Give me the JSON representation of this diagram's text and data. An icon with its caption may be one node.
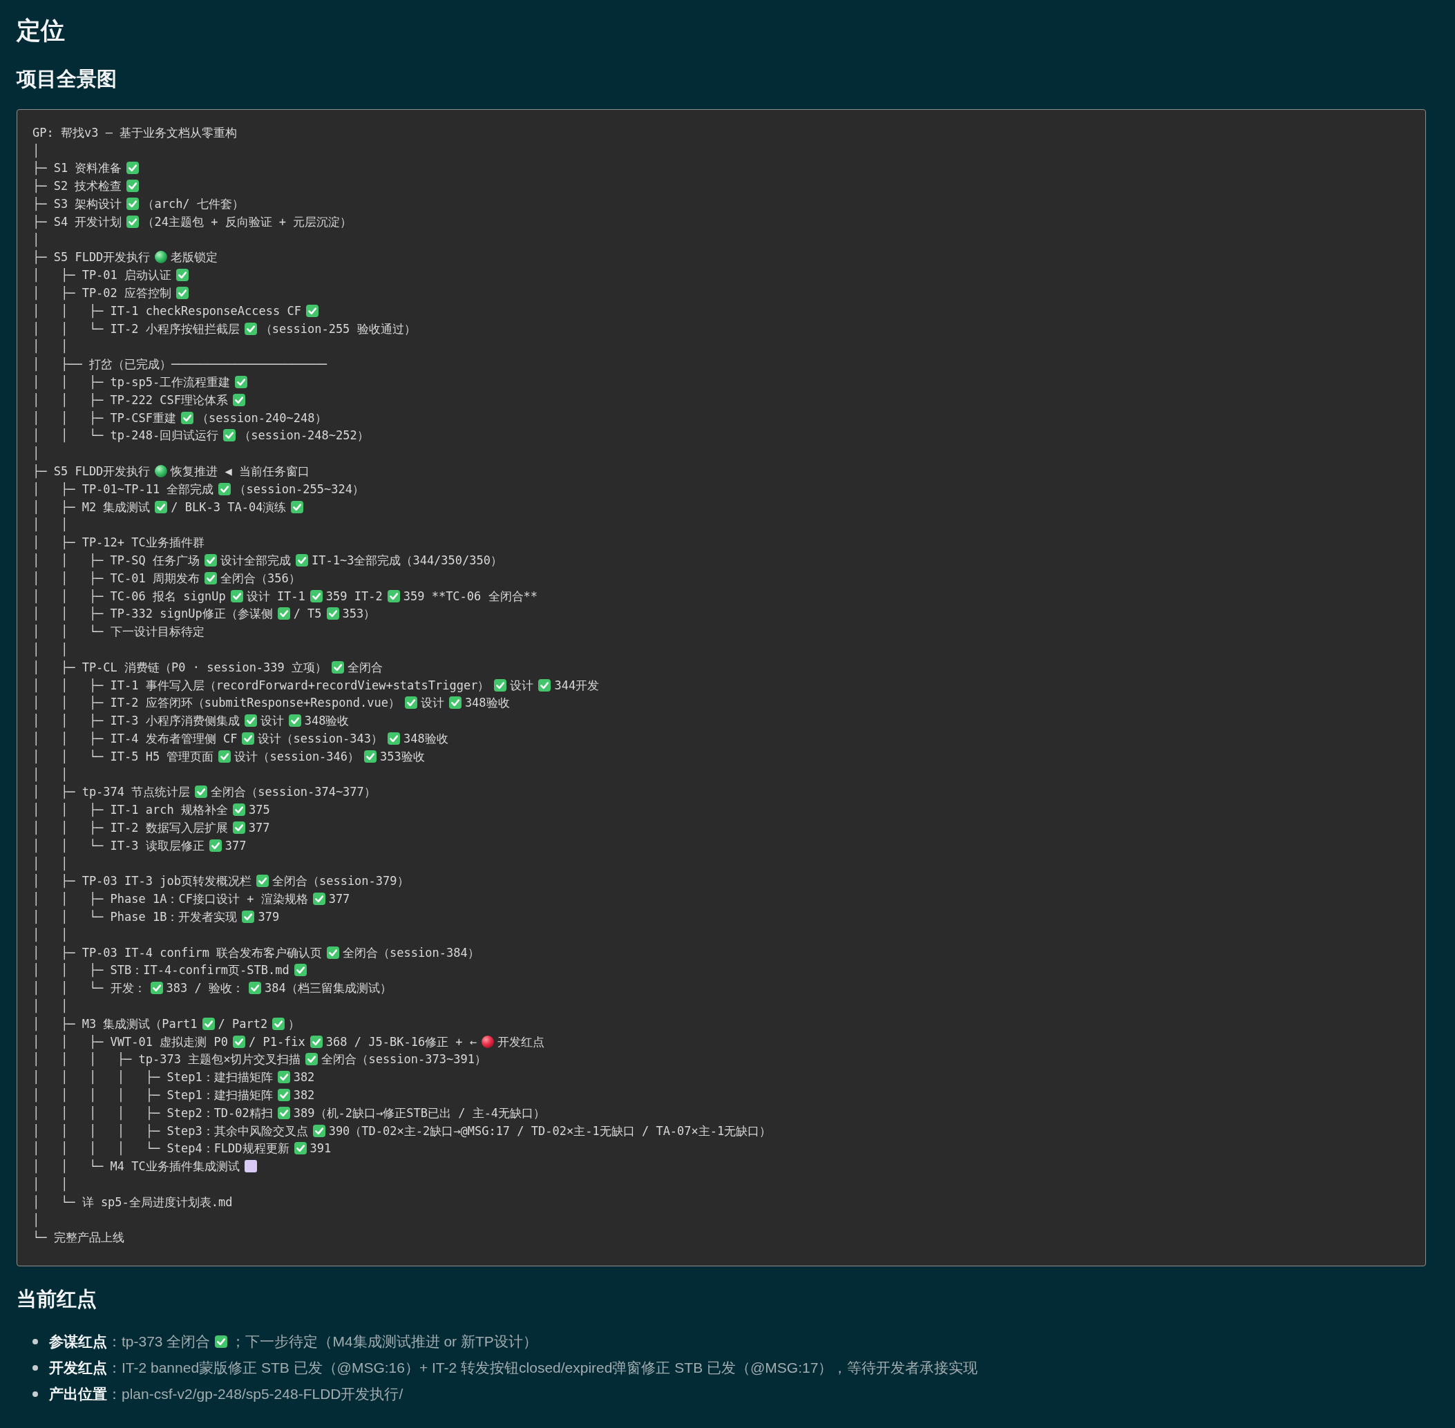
{
  "diagram": {
    "title": "定位",
    "nodes": [
      {
        "text": [
          "项目全景图",
          "GP: 帮找v3 — 基于业务文档从零重构",
          "│",
          "├─ S1 资料准备",
          "├─ S2 技术检查",
          "├─ S3 架构设计",
          "（arch/ 七件套）",
          "├─ S4 开发计划",
          "（24主题包 + 反向验证 + 元层沉淀）",
          "│",
          "├─ S5 FLDD开发执行",
          "老版锁定",
          "│   ├─ TP-01 启动认证",
          "│   ├─ TP-02 应答控制",
          "│   │   ├─ IT-1 checkResponseAccess CF",
          "│   │   └─ IT-2 小程序按钮拦截层",
          "（session-255 验收通过）",
          "│   │",
          "│   ├── 打岔（已完成）──────────────────────",
          "│   │   ├─ tp-sp5-工作流程重建",
          "│   │   ├─ TP-222 CSF理论体系",
          "│   │   ├─ TP-CSF重建",
          "（session-240~248）",
          "│   │   └─ tp-248-回归试运行",
          "（session-248~252）",
          "│",
          "├─ S5 FLDD开发执行",
          "恢复推进 ◀ 当前任务窗口",
          "│   ├─ TP-01~TP-11 全部完成",
          "（session-255~324）",
          "│   ├─ M2 集成测试",
          "/ BLK-3 TA-04演练",
          "│   │",
          "│   ├─ TP-12+ TC业务插件群",
          "│   │   ├─ TP-SQ 任务广场",
          "设计全部完成",
          "IT-1~3全部完成（344/350/350）",
          "│   │   ├─ TC-01 周期发布",
          "全闭合（356）",
          "│   │   ├─ TC-06 报名 signUp",
          "设计 IT-1",
          "359 IT-2",
          "359 **TC-06 全闭合**",
          "│   │   ├─ TP-332 signUp修正（参谋侧",
          "/ T5",
          "353）",
          "│   │   └─ 下一设计目标待定",
          "│   │",
          "│   ├─ TP-CL 消费链（P0 · session-339 立项）",
          "全闭合",
          "│   │   ├─ IT-1 事件写入层（recordForward+recordView+statsTrigger）",
          "设计",
          "344开发",
          "│   │   ├─ IT-2 应答闭环（submitResponse+Respond.vue）",
          "设计",
          "348验收",
          "│   │   ├─ IT-3 小程序消费侧集成",
          "设计",
          "348验收",
          "│   │   ├─ IT-4 发布者管理侧 CF",
          "设计（session-343）",
          "348验收",
          "│   │   └─ IT-5 H5 管理页面",
          "设计（session-346）",
          "353验收",
          "│   │",
          "│   ├─ tp-374 节点统计层",
          "全闭合（session-374~377）",
          "│   │   ├─ IT-1 arch 规格补全",
          "375",
          "│   │   ├─ IT-2 数据写入层扩展",
          "377",
          "│   │   └─ IT-3 读取层修正",
          "377",
          "│   │",
          "│   ├─ TP-03 IT-3 job页转发概况栏",
          "全闭合（session-379）",
          "│   │   ├─ Phase 1A：CF接口设计 + 渲染规格",
          "377",
          "│   │   └─ Phase 1B：开发者实现",
          "379",
          "│   │",
          "│   ├─ TP-03 IT-4 confirm 联合发布客户确认页",
          "全闭合（session-384）",
          "│   │   ├─ STB：IT-4-confirm页-STB.md",
          "│   │   └─ 开发：",
          "383 / 验收：",
          "384（档三留集成测试）",
          "│   │",
          "│   ├─ M3 集成测试（Part1",
          "/ Part2",
          "）",
          "│   │   ├─ VWT-01 虚拟走测 P0",
          "/ P1-fix",
          "368 / J5-BK-16修正 + ←",
          "开发红点",
          "│   │   │   ├─ tp-373 主题包×切片交叉扫描",
          "全闭合（session-373~391）",
          "│   │   │   │   ├─ Step1：建扫描矩阵",
          "382",
          "│   │   │   │   ├─ Step1：建扫描矩阵",
          "382",
          "│   │   │   │   ├─ Step2：TD-02精扫",
          "389（机-2缺口→修正STB已出 / 主-4无缺口）",
          "│   │   │   │   ├─ Step3：其余中风险交叉点",
          "390（TD-02×主-2缺口→@MSG:17 / TD-02×主-1无缺口 / TA-07×主-1无缺口）",
          "│   │   │   │   └─ Step4：FLDD规程更新",
          "391",
          "│   │   └─ M4 TC业务插件集成测试",
          "│   │",
          "│   └─ 详 sp5-全局进度计划表.md",
          "│",
          "└─ 完整产品上线"
        ]
      }
    ],
    "labels": [
      "当前红点",
      "**参谋红点**：tp-373 全闭合",
      "；下一步待定（M4集成测试推进 or 新TP设计）",
      "**开发红点**：IT-2 banned蒙版修正 STB 已发（@MSG:16）+ IT-2 转发按钮closed/expired弹窗修正 STB 已发（@MSG:17），等待开发者承接实现",
      "**产出位置**：plan-csf-v2/gp-248/sp5-248-FLDD开发执行/"
    ]
  }
}
